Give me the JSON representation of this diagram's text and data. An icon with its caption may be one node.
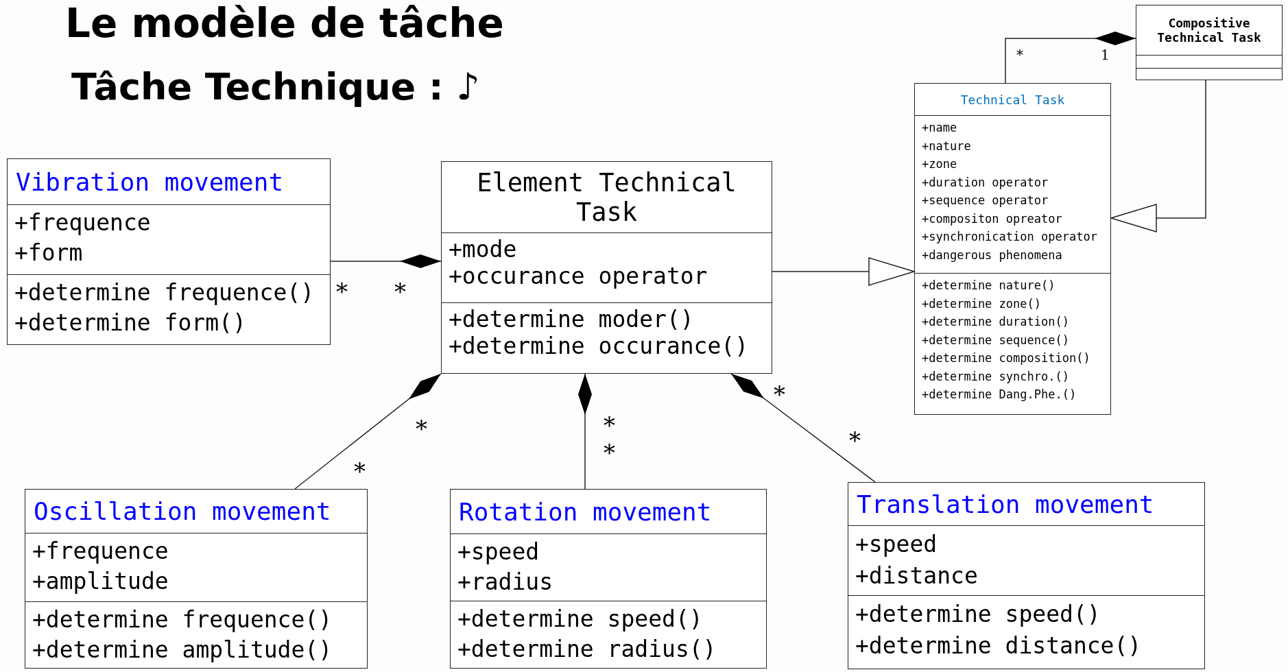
{
  "diagram": {
    "title": "Le modèle de tâche",
    "nodes": [
      {
        "text": [
          "Compositive Technical Task"
        ]
      },
      {
        "text": [
          "Technical Task",
          "+name",
          "+nature",
          "+zone",
          "+duration operator",
          "+sequence operator",
          "+compositon opreator",
          "+synchronication operator",
          "+dangerous phenomena",
          "+determine nature()",
          "+determine zone()",
          "+determine duration()",
          "+determine sequence()",
          "+determine composition()",
          "+determine synchro.()",
          "+determine Dang.Phe.()"
        ]
      },
      {
        "text": [
          "Vibration movement",
          "+frequence",
          "+form",
          "+determine frequence()",
          "+determine form()"
        ]
      },
      {
        "text": [
          "Element Technical Task",
          "+mode",
          "+occurance operator",
          "+determine moder()",
          "+determine occurance()"
        ]
      },
      {
        "text": [
          "Oscillation movement",
          "+frequence",
          "+amplitude",
          "+determine frequence()",
          "+determine amplitude()"
        ]
      },
      {
        "text": [
          "Rotation movement",
          "+speed",
          "+radius",
          "+determine speed()",
          "+determine radius()"
        ]
      },
      {
        "text": [
          "Translation movement",
          "+speed",
          "+distance",
          "+determine speed()",
          "+determine distance()"
        ]
      }
    ],
    "edges": [
      {
        "from": 1,
        "to": 0,
        "arrow": "other"
      },
      {
        "from": 0,
        "to": 1,
        "arrow": "to"
      },
      {
        "from": 3,
        "to": 1,
        "arrow": "to"
      },
      {
        "from": 2,
        "to": 3,
        "arrow": "other"
      },
      {
        "from": 4,
        "to": 3,
        "arrow": "other"
      },
      {
        "from": 5,
        "to": 3,
        "arrow": "other"
      },
      {
        "from": 6,
        "to": 3,
        "arrow": "other"
      }
    ],
    "labels": [
      "Tâche Technique : ♪",
      "*",
      "1",
      "*",
      "*",
      "*",
      "*",
      "*",
      "*",
      "*",
      "*"
    ]
  }
}
